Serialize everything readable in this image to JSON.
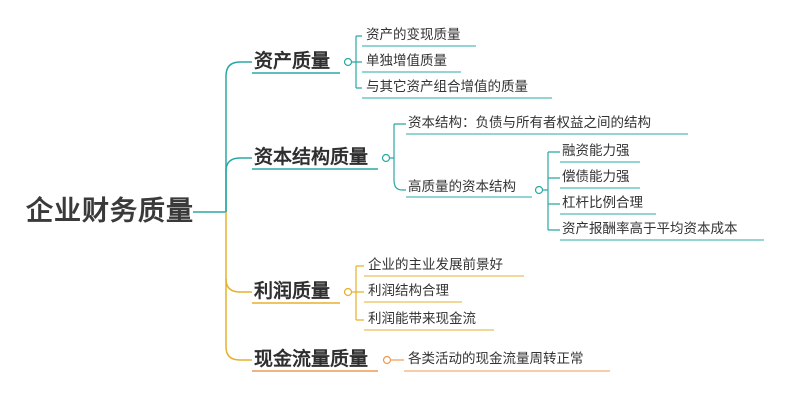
{
  "colors": {
    "teal": "#2aa8a4",
    "gold": "#e6b02c",
    "orange": "#ee9a55",
    "root_line": "#2aa8a4"
  },
  "diagram": {
    "root": "企业财务质量",
    "branches": [
      {
        "label": "资产质量",
        "items": [
          "资产的变现质量",
          "单独增值质量",
          "与其它资产组合增值的质量"
        ]
      },
      {
        "label": "资本结构质量",
        "items": [
          {
            "label": "资本结构：负债与所有者权益之间的结构"
          },
          {
            "label": "高质量的资本结构",
            "items": [
              "融资能力强",
              "偿债能力强",
              "杠杆比例合理",
              "资产报酬率高于平均资本成本"
            ]
          }
        ]
      },
      {
        "label": "利润质量",
        "items": [
          "企业的主业发展前景好",
          "利润结构合理",
          "利润能带来现金流"
        ]
      },
      {
        "label": "现金流量质量",
        "items": [
          "各类活动的现金流量周转正常"
        ]
      }
    ]
  }
}
